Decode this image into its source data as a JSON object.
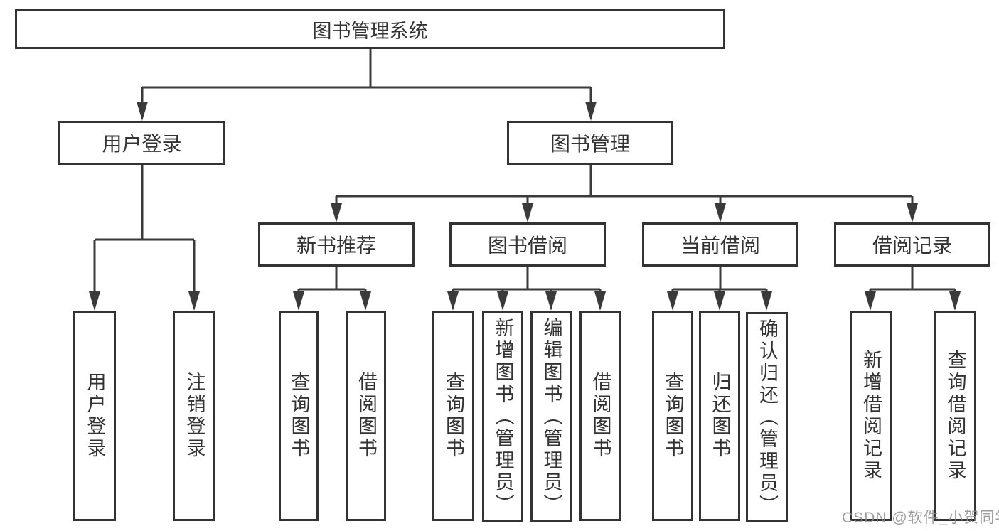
{
  "diagram": {
    "root": {
      "label": "图书管理系统"
    },
    "branches": {
      "user_login": {
        "label": "用户登录",
        "children": [
          {
            "label": "用户登录"
          },
          {
            "label": "注销登录"
          }
        ]
      },
      "book_management": {
        "label": "图书管理",
        "sections": [
          {
            "label": "新书推荐",
            "children": [
              {
                "label": "查询图书"
              },
              {
                "label": "借阅图书"
              }
            ]
          },
          {
            "label": "图书借阅",
            "children": [
              {
                "label": "查询图书"
              },
              {
                "label": "新增图书（管理员）"
              },
              {
                "label": "编辑图书（管理员）"
              },
              {
                "label": "借阅图书"
              }
            ]
          },
          {
            "label": "当前借阅",
            "children": [
              {
                "label": "查询图书"
              },
              {
                "label": "归还图书"
              },
              {
                "label": "确认归还（管理员）"
              }
            ]
          },
          {
            "label": "借阅记录",
            "children": [
              {
                "label": "新增借阅记录"
              },
              {
                "label": "查询借阅记录"
              }
            ]
          }
        ]
      }
    }
  },
  "watermark": {
    "text": "CSDN @软件_小贺同学"
  },
  "colors": {
    "line": "#3a3a3a",
    "border": "#333333",
    "text": "#333333",
    "background": "#ffffff",
    "watermark": "#8c8c8c"
  }
}
